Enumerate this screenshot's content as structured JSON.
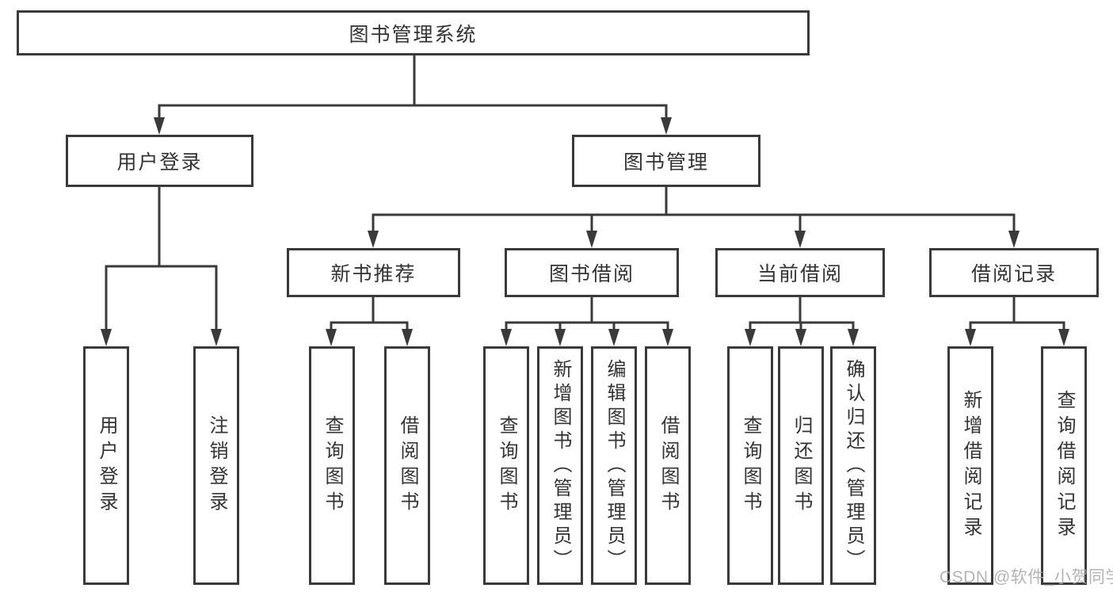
{
  "colors": {
    "line": "#3a3a3a",
    "text": "#333333",
    "box_fill": "#ffffff",
    "watermark": "#a8a8a8",
    "background": "#ffffff"
  },
  "watermark": {
    "text": "CSDN @软件_小贺同学"
  },
  "tree": {
    "root": {
      "label": "图书管理系统",
      "children": [
        {
          "label": "用户登录",
          "children": [
            {
              "label": "用户登录"
            },
            {
              "label": "注销登录"
            }
          ]
        },
        {
          "label": "图书管理",
          "children": [
            {
              "label": "新书推荐",
              "children": [
                {
                  "label": "查询图书"
                },
                {
                  "label": "借阅图书"
                }
              ]
            },
            {
              "label": "图书借阅",
              "children": [
                {
                  "label": "查询图书"
                },
                {
                  "label": "新增图书（管理员）"
                },
                {
                  "label": "编辑图书（管理员）"
                },
                {
                  "label": "借阅图书"
                }
              ]
            },
            {
              "label": "当前借阅",
              "children": [
                {
                  "label": "查询图书"
                },
                {
                  "label": "归还图书"
                },
                {
                  "label": "确认归还（管理员）"
                }
              ]
            },
            {
              "label": "借阅记录",
              "children": [
                {
                  "label": "新增借阅记录"
                },
                {
                  "label": "查询借阅记录"
                }
              ]
            }
          ]
        }
      ]
    }
  }
}
